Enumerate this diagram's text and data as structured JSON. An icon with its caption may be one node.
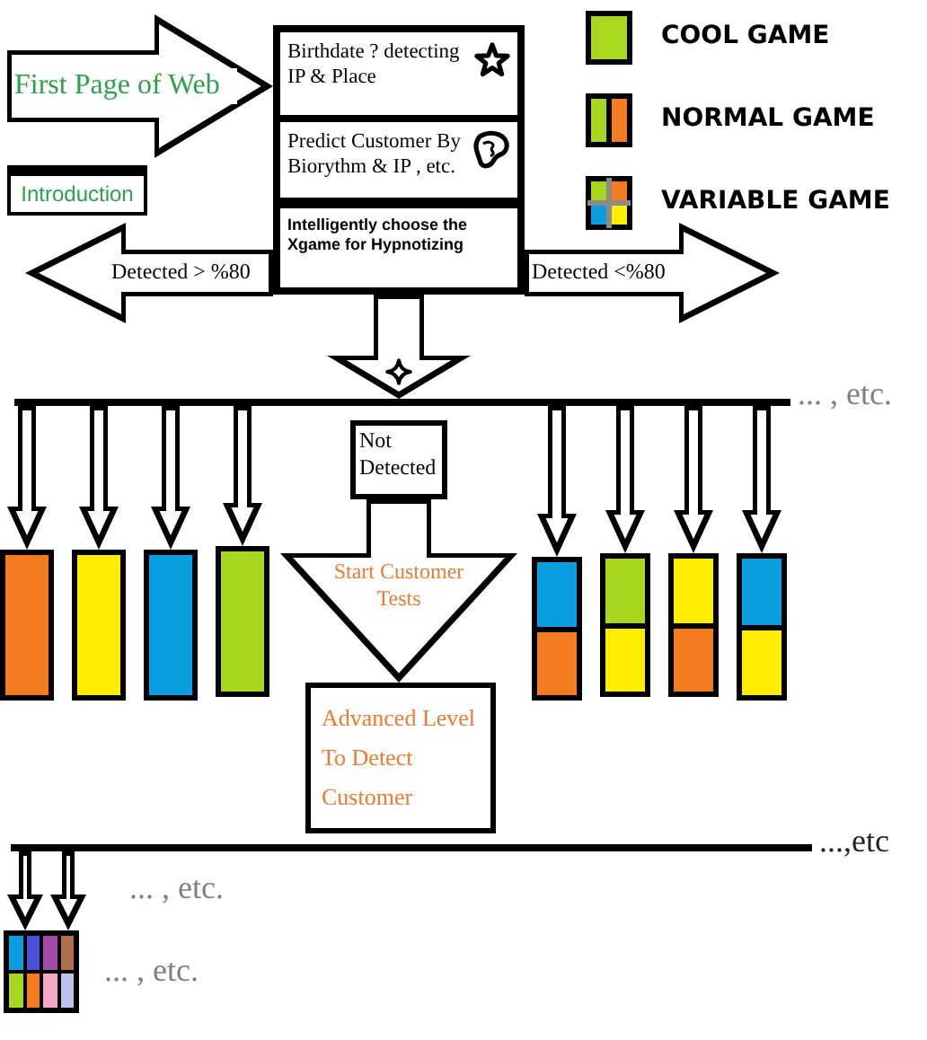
{
  "diagram": {
    "nodes": [
      {
        "text": [],
        "shape": "box"
      },
      {
        "text": [
          "Birthdate ? detecting IP & Place"
        ],
        "in": 0
      },
      {
        "text": [
          "Predict Customer By Biorythm & IP , etc."
        ],
        "in": 0
      },
      {
        "text": [
          "Intelligently choose the Xgame for Hypnotizing"
        ],
        "in": 0
      },
      {
        "text": [
          "Introduction"
        ]
      },
      {
        "text": [],
        "shape": "line",
        "beside": [
          "... , etc."
        ]
      },
      {
        "text": [],
        "shape": "bar"
      },
      {
        "text": [],
        "shape": "bar"
      },
      {
        "text": [],
        "shape": "bar"
      },
      {
        "text": [],
        "shape": "bar"
      },
      {
        "text": [
          "Not Detected"
        ]
      },
      {
        "text": [],
        "shape": "bar"
      },
      {
        "text": [],
        "shape": "bar"
      },
      {
        "text": [],
        "shape": "bar"
      },
      {
        "text": [],
        "shape": "bar"
      },
      {
        "text": [
          "Advanced Level To Detect Customer"
        ]
      },
      {
        "text": [],
        "shape": "line",
        "beside": [
          "...,etc"
        ]
      },
      {
        "text": [],
        "shape": "grid",
        "beside": [
          "... , etc."
        ]
      }
    ],
    "edges": [
      {
        "from": null,
        "to": 0,
        "arrow": "to",
        "label": "First Page of Web"
      },
      {
        "from": 0,
        "to": 5,
        "arrow": "to",
        "label": "Detected > %80"
      },
      {
        "from": 0,
        "to": 5,
        "arrow": "to",
        "label": "Detected <%80"
      },
      {
        "from": 0,
        "to": 5,
        "arrow": "to"
      },
      {
        "from": 5,
        "to": 6,
        "arrow": "to"
      },
      {
        "from": 5,
        "to": 7,
        "arrow": "to"
      },
      {
        "from": 5,
        "to": 8,
        "arrow": "to"
      },
      {
        "from": 5,
        "to": 9,
        "arrow": "to"
      },
      {
        "from": 5,
        "to": 11,
        "arrow": "to"
      },
      {
        "from": 5,
        "to": 12,
        "arrow": "to"
      },
      {
        "from": 5,
        "to": 13,
        "arrow": "to"
      },
      {
        "from": 5,
        "to": 14,
        "arrow": "to"
      },
      {
        "from": 10,
        "to": 15,
        "arrow": "to",
        "label": "Start Customer Tests"
      },
      {
        "from": 16,
        "to": 17,
        "arrow": "to"
      },
      {
        "from": 16,
        "to": 17,
        "arrow": "to"
      }
    ],
    "labels": [
      "... , etc."
    ],
    "legend": [
      {
        "text": "COOL GAME",
        "color": "#a8d820"
      },
      {
        "text": "NORMAL GAME"
      },
      {
        "text": "VARIABLE GAME"
      }
    ]
  }
}
